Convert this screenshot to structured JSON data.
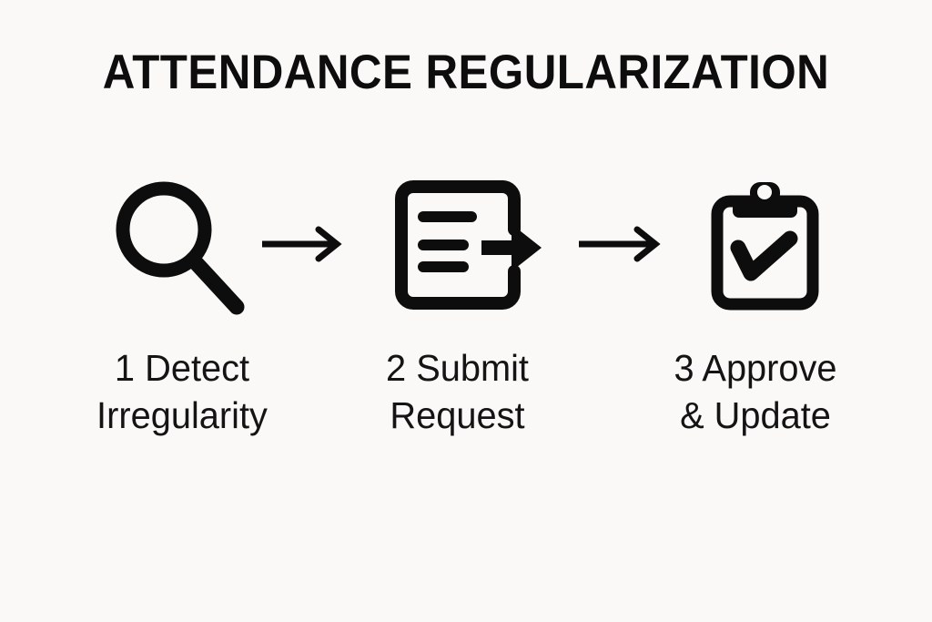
{
  "page": {
    "title": "ATTENDANCE REGULARIZATION",
    "background_color": "#faf9f7",
    "ink_color": "#111111"
  },
  "steps": [
    {
      "number": "1",
      "icon": "magnifier-icon",
      "label_line_1": "1 Detect",
      "label_line_2": "Irregularity"
    },
    {
      "number": "2",
      "icon": "document-export-arrow-icon",
      "label_line_1": "2 Submit",
      "label_line_2": "Request"
    },
    {
      "number": "3",
      "icon": "clipboard-check-icon",
      "label_line_1": "3 Approve",
      "label_line_2": "& Update"
    }
  ],
  "connectors": [
    {
      "icon": "arrow-right-icon"
    },
    {
      "icon": "arrow-right-icon"
    }
  ]
}
